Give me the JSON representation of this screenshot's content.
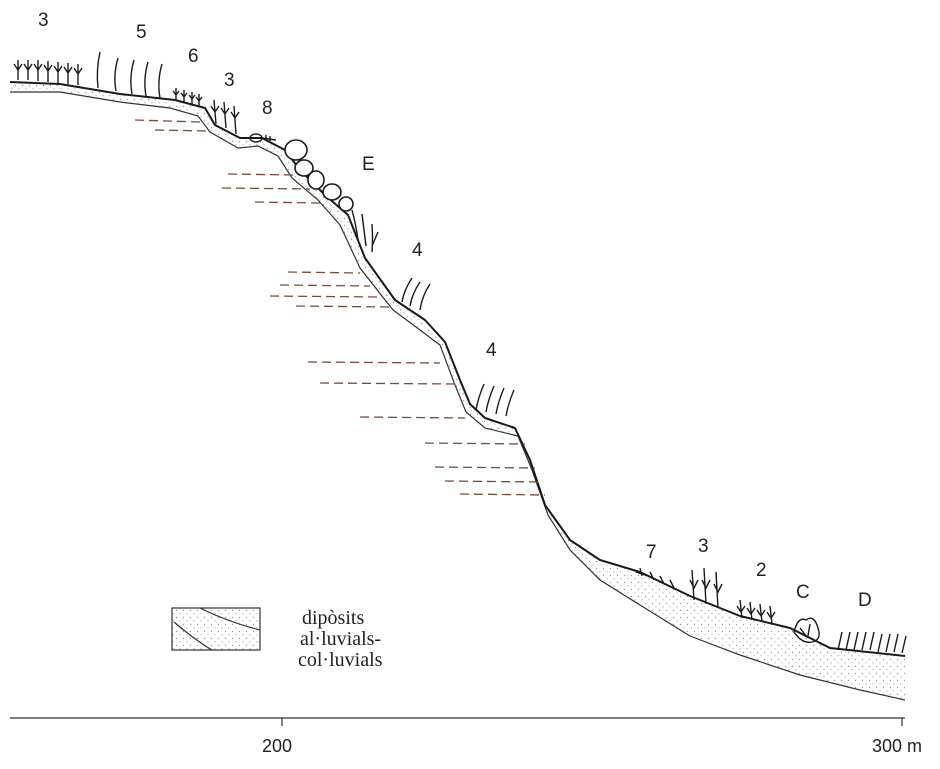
{
  "labels": {
    "zone_3a": "3",
    "zone_5": "5",
    "zone_6": "6",
    "zone_3b": "3",
    "zone_8": "8",
    "zone_E": "E",
    "zone_4a": "4",
    "zone_4b": "4",
    "zone_7": "7",
    "zone_3c": "3",
    "zone_2": "2",
    "zone_C": "C",
    "zone_D": "D"
  },
  "legend": {
    "line1": "dipòsits",
    "line2": "al·luvials-",
    "line3": "col·luvials"
  },
  "axis": {
    "tick_200": "200",
    "tick_300": "300 m"
  },
  "colors": {
    "ink": "#1a1a1a",
    "strata": "#7a4a3a",
    "deposit_dots": "#9a9a9a"
  }
}
